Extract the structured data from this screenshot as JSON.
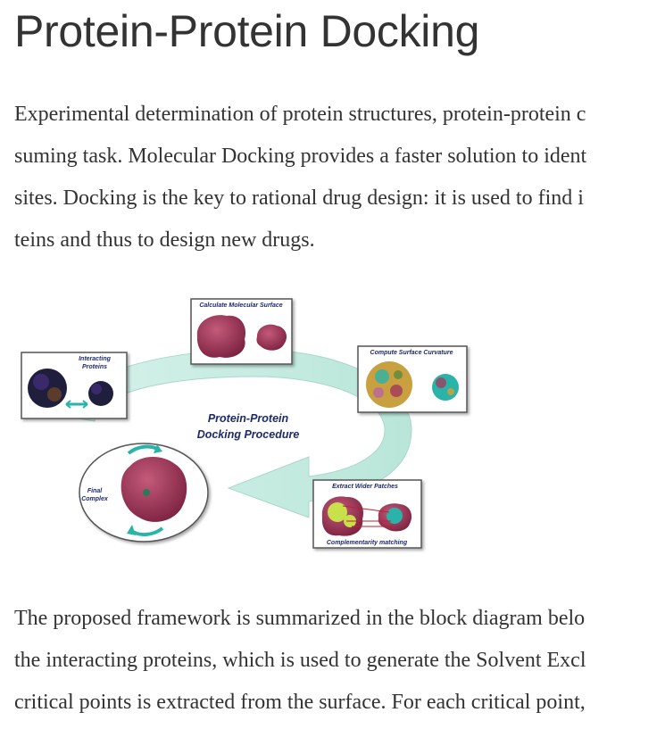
{
  "page": {
    "title": "Protein-Protein Docking"
  },
  "intro_paragraph": {
    "lines": [
      "Experimental determination of protein structures, protein-protein c",
      "suming task. Molecular Docking provides a faster solution to ident",
      "sites. Docking is the key to rational drug design: it is used to find i",
      "teins and thus to design new drugs."
    ]
  },
  "figure": {
    "center_label": [
      "Protein-Protein",
      "Docking Procedure"
    ],
    "steps": {
      "interacting": [
        "Interacting",
        "Proteins"
      ],
      "surface": "Calculate Molecular Surface",
      "curvature": "Compute Surface Curvature",
      "patches": "Extract Wider Patches",
      "matching": "Complementarity matching",
      "final": [
        "Final",
        "Complex"
      ]
    },
    "colors": {
      "arrow": "#c6ebe0",
      "protein": "#a33d5c",
      "label": "#1d2a6b",
      "teal": "#2ab3a8",
      "patch_yellow": "#c8e04a"
    }
  },
  "framework_paragraph": {
    "lines": [
      "The proposed framework is summarized in the block diagram belo",
      "the interacting proteins, which is used to generate the Solvent Excl",
      "critical points is extracted from the surface. For each critical point,"
    ]
  }
}
